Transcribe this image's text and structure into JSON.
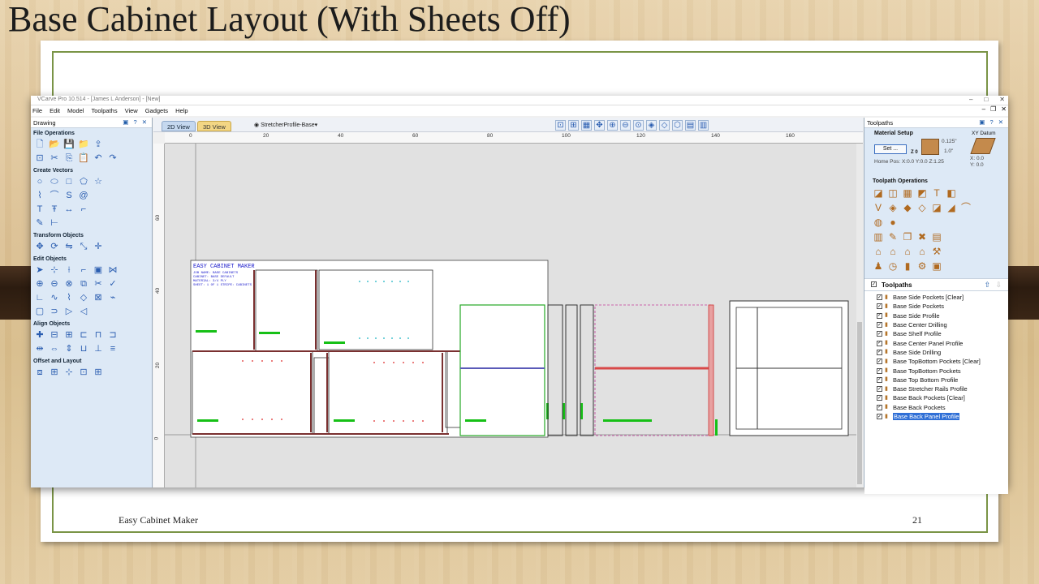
{
  "slide": {
    "title": "Base Cabinet Layout (With Sheets Off)",
    "footer_left": "Easy Cabinet Maker",
    "page_number": "21"
  },
  "window": {
    "title": "VCarve Pro 10.514 - [James L Anderson] - [New]",
    "controls": [
      "–",
      "□",
      "✕"
    ],
    "mdi_controls": [
      "–",
      "❐",
      "✕"
    ]
  },
  "menu": [
    "File",
    "Edit",
    "Model",
    "Toolpaths",
    "View",
    "Gadgets",
    "Help"
  ],
  "drawing_panel": {
    "title": "Drawing",
    "head_controls": "▣ ? ✕",
    "sections": [
      {
        "title": "File Operations",
        "rows": [
          [
            "new-file-icon",
            "open-file-icon",
            "save-icon",
            "open-folder-icon",
            "import-icon"
          ],
          [
            "job-setup-icon",
            "cut-icon",
            "copy-icon",
            "paste-icon",
            "undo-icon",
            "redo-icon"
          ]
        ]
      },
      {
        "title": "Create Vectors",
        "rows": [
          [
            "circle-icon",
            "ellipse-icon",
            "rectangle-icon",
            "polygon-icon",
            "star-icon"
          ],
          [
            "polyline-icon",
            "arc-icon",
            "curve-icon",
            "spiral-icon"
          ],
          [
            "text-icon",
            "text-on-curve-icon",
            "dimension-icon",
            "fillet-icon"
          ],
          [
            "draw-icon",
            "measure-icon"
          ]
        ]
      },
      {
        "title": "Transform Objects",
        "rows": [
          [
            "move-icon",
            "rotate-icon",
            "mirror-icon",
            "scale-icon",
            "align-icon"
          ]
        ]
      },
      {
        "title": "Edit Objects",
        "rows": [
          [
            "select-icon",
            "node-edit-icon",
            "trim-icon",
            "fillet-icon",
            "group-icon",
            "join-icon"
          ],
          [
            "weld-icon",
            "subtract-icon",
            "intersect-icon",
            "offset-icon",
            "scissors-icon",
            "tick-icon"
          ],
          [
            "corner-icon",
            "smooth-icon",
            "spline-icon",
            "move-node-icon",
            "close-icon",
            "curve-fit-icon"
          ],
          [
            "rounded-rect-icon",
            "bracket-icon",
            "arrow-right-icon",
            "arrow-left-icon"
          ]
        ]
      },
      {
        "title": "Align Objects",
        "rows": [
          [
            "align-center-icon",
            "align-h-icon",
            "align-v-icon",
            "align-left-icon",
            "align-top-icon",
            "align-right-icon"
          ],
          [
            "distribute-icon",
            "space-h-icon",
            "space-v-icon",
            "align-bottom-icon",
            "spacer-icon",
            "stack-icon"
          ]
        ]
      },
      {
        "title": "Offset and Layout",
        "rows": [
          [
            "offset-layout-icon",
            "array-icon",
            "nest-icon",
            "fit-icon",
            "array-copy-icon"
          ]
        ]
      }
    ]
  },
  "tabs": [
    "2D View",
    "3D View"
  ],
  "layer_select": "StretcherProfile-Base",
  "view_tools": [
    "zoom-box-icon",
    "zoom-all-icon",
    "grid-icon",
    "pan-icon",
    "zoom-in-icon",
    "zoom-out-icon",
    "zoom-sel-icon",
    "snap-icon",
    "vector-icon",
    "cube-icon",
    "layout-icon",
    "split-icon"
  ],
  "ruler": {
    "top": [
      "0",
      "20",
      "40",
      "60",
      "80",
      "100",
      "120",
      "140",
      "160"
    ],
    "left": [
      "60",
      "40",
      "20",
      "0"
    ]
  },
  "canvas": {
    "label_title": "EASY CABINET MAKER",
    "label_lines": [
      "JOB NAME: BASE CABINETS",
      "CABINET: BASE DEFAULT",
      "MATERIAL: 3/4 PLY",
      "SHEET: 1 OF 1  STRIPE: CABINETS"
    ]
  },
  "toolpaths_panel": {
    "title": "Toolpaths",
    "head_controls": "▣ ? ✕",
    "material_setup": "Material Setup",
    "set_button": "Set ...",
    "z0_label": "Z 0",
    "thickness_top": "0.125\"",
    "thickness": "1.0\"",
    "home_pos": "Home Pos:  X:0.0 Y:0.0 Z:1.25",
    "xy_datum_title": "XY Datum",
    "xy_datum_x": "X: 0.0",
    "xy_datum_y": "Y: 0.0",
    "operations_title": "Toolpath Operations",
    "list_title": "Toolpaths",
    "items": [
      "Base Side Pockets [Clear]",
      "Base Side Pockets",
      "Base Side Profile",
      "Base Center Drilling",
      "Base Shelf Profile",
      "Base Center Panel Profile",
      "Base Side Drilling",
      "Base TopBottom Pockets [Clear]",
      "Base TopBottom Pockets",
      "Base Top Bottom Profile",
      "Base Stretcher Rails Profile",
      "Base Back Pockets [Clear]",
      "Base Back Pockets",
      "Base Back Panel Profile"
    ],
    "selected_index": 13
  }
}
